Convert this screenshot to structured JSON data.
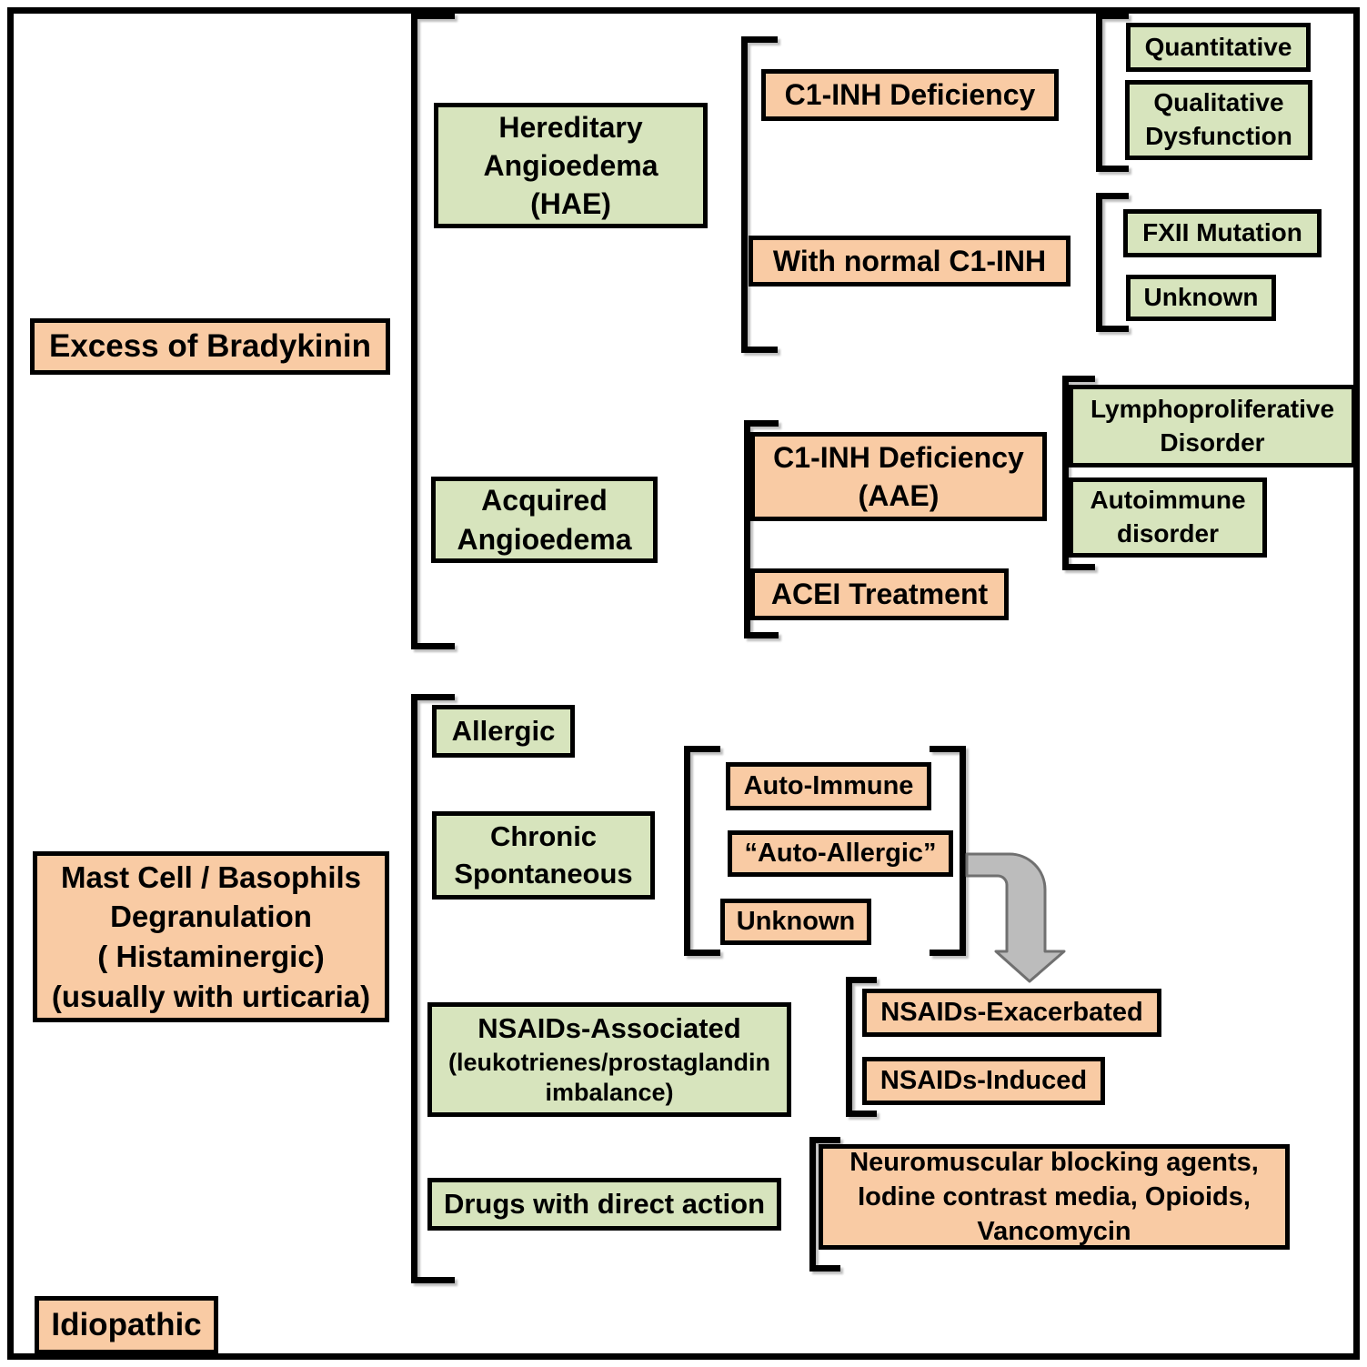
{
  "palette": {
    "orange_fill": "#f9cba4",
    "green_fill": "#d7e4bd",
    "border": "#000000",
    "arrow_fill": "#bcbcbc",
    "arrow_stroke": "#707070",
    "background": "#ffffff"
  },
  "groups": {
    "bradykinin": {
      "label": "Excess of Bradykinin",
      "hae": {
        "label": "Hereditary\nAngioedema\n(HAE)",
        "c1_inh_deficiency": {
          "label": "C1-INH Deficiency",
          "quantitative": "Quantitative",
          "qualitative": "Qualitative\nDysfunction"
        },
        "normal_c1_inh": {
          "label": "With normal C1-INH",
          "fxii_mutation": "FXII Mutation",
          "unknown": "Unknown"
        }
      },
      "acquired": {
        "label": "Acquired\nAngioedema",
        "aae": {
          "label": "C1-INH Deficiency\n(AAE)",
          "lymphoproliferative": "Lymphoproliferative\nDisorder",
          "autoimmune": "Autoimmune\ndisorder"
        },
        "acei": "ACEI Treatment"
      }
    },
    "mast_cell": {
      "label": "Mast Cell / Basophils\nDegranulation\n( Histaminergic)\n(usually with urticaria)",
      "allergic": "Allergic",
      "chronic_spontaneous": {
        "label": "Chronic\nSpontaneous",
        "auto_immune": "Auto-Immune",
        "auto_allergic": "“Auto-Allergic”",
        "unknown": "Unknown"
      },
      "nsaids": {
        "title": "NSAIDs-Associated",
        "subtitle": "(leukotrienes/prostaglandin\nimbalance)",
        "exacerbated": "NSAIDs-Exacerbated",
        "induced": "NSAIDs-Induced"
      },
      "drugs": {
        "label": "Drugs with direct action",
        "examples": "Neuromuscular blocking agents,\nIodine contrast media, Opioids,\nVancomycin"
      }
    },
    "idiopathic": {
      "label": "Idiopathic"
    }
  }
}
